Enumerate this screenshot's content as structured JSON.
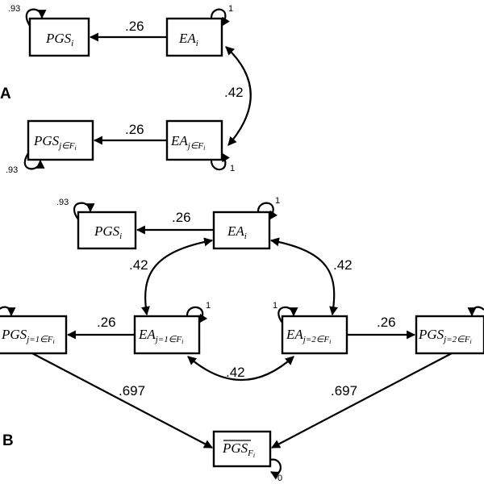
{
  "panels": {
    "a": "A",
    "b": "B"
  },
  "panel_a": {
    "nodes": {
      "pgs_i": {
        "main": "PGS",
        "sub": "i"
      },
      "ea_i": {
        "main": "EA",
        "sub": "i"
      },
      "pgs_j": {
        "main": "PGS",
        "sub": "j∈F",
        "subsub": "i"
      },
      "ea_j": {
        "main": "EA",
        "sub": "j∈F",
        "subsub": "i"
      }
    },
    "paths": {
      "ea_i_to_pgs_i": ".26",
      "ea_j_to_pgs_j": ".26",
      "ea_i_ea_j_cov": ".42"
    },
    "variances": {
      "pgs_i": ".93",
      "ea_i": "1",
      "pgs_j": ".93",
      "ea_j": "1"
    }
  },
  "panel_b": {
    "nodes": {
      "pgs_i": {
        "main": "PGS",
        "sub": "i"
      },
      "ea_i": {
        "main": "EA",
        "sub": "i"
      },
      "pgs_j1": {
        "main": "PGS",
        "sub": "j=1∈F",
        "subsub": "i"
      },
      "ea_j1": {
        "main": "EA",
        "sub": "j=1∈F",
        "subsub": "i"
      },
      "ea_j2": {
        "main": "EA",
        "sub": "j=2∈F",
        "subsub": "i"
      },
      "pgs_j2": {
        "main": "PGS",
        "sub": "j=2∈F",
        "subsub": "i"
      },
      "pgs_bar": {
        "main": "PGS",
        "sub": "F",
        "subsub": "i"
      }
    },
    "paths": {
      "ea_i_to_pgs_i": ".26",
      "ea_i_ea_j1_cov": ".42",
      "ea_i_ea_j2_cov": ".42",
      "ea_j1_to_pgs_j1": ".26",
      "ea_j2_to_pgs_j2": ".26",
      "ea_j1_ea_j2_cov": ".42",
      "pgs_j1_to_bar": ".697",
      "pgs_j2_to_bar": ".697"
    },
    "variances": {
      "pgs_i": ".93",
      "ea_i": "1",
      "ea_j1": "1",
      "ea_j2": "1",
      "pgs_bar": "0"
    }
  }
}
